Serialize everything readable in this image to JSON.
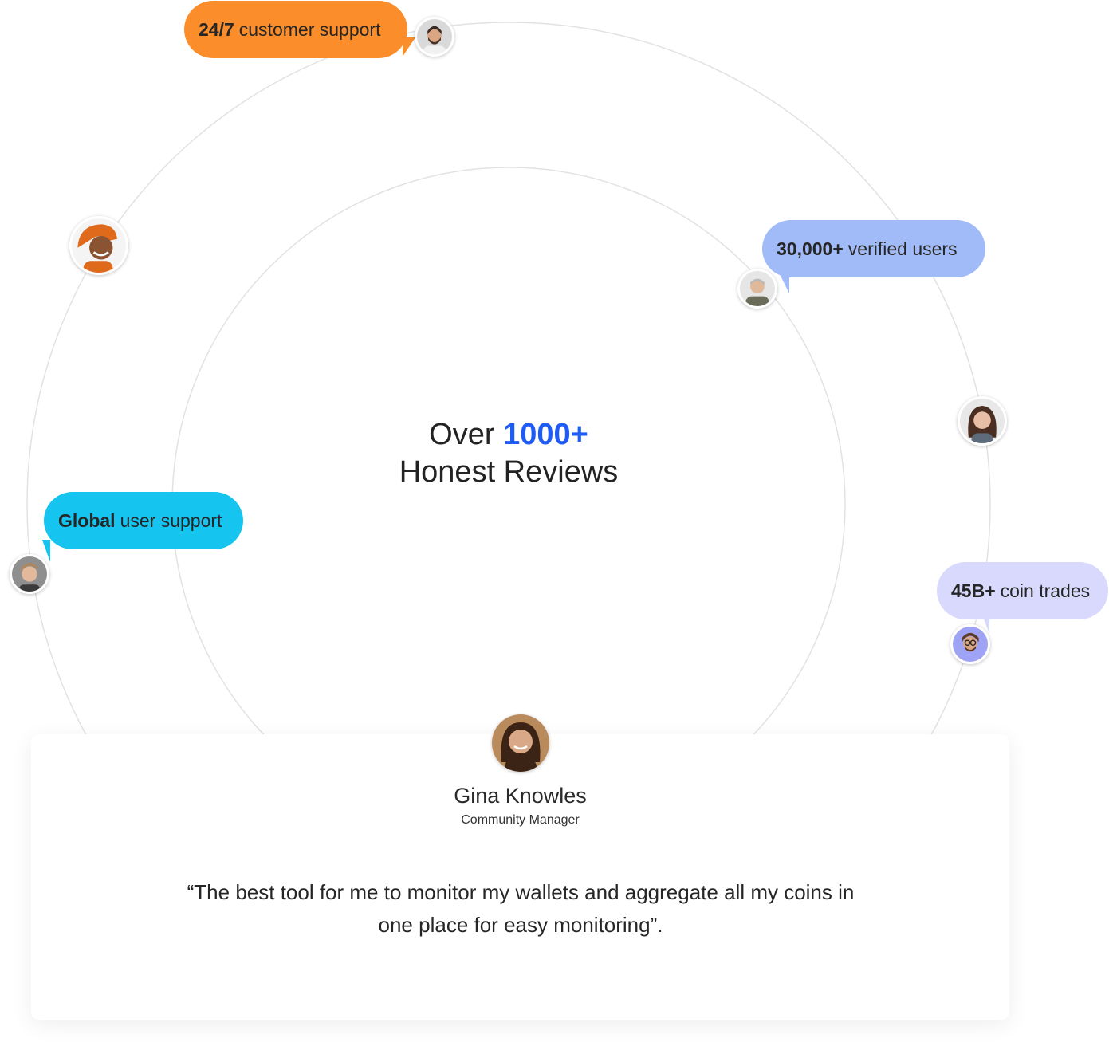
{
  "headline": {
    "prefix": "Over",
    "accent": "1000+",
    "line2": "Honest Reviews",
    "accent_color": "#1f5cf5"
  },
  "badges": [
    {
      "bold": "24/7",
      "text": "customer support",
      "color": "#fb8d2a"
    },
    {
      "bold": "30,000+",
      "text": "verified users",
      "color": "#a1bbf9"
    },
    {
      "bold": "Global",
      "text": "user support",
      "color": "#15c5ef"
    },
    {
      "bold": "45B+",
      "text": "coin trades",
      "color": "#d8d9fd"
    }
  ],
  "avatars": [
    {
      "name": "avatar-man-beard-icon"
    },
    {
      "name": "avatar-woman-headwrap-icon"
    },
    {
      "name": "avatar-older-man-icon"
    },
    {
      "name": "avatar-woman-dark-hair-icon"
    },
    {
      "name": "avatar-young-man-icon"
    },
    {
      "name": "avatar-man-glasses-icon"
    }
  ],
  "testimonial": {
    "name": "Gina Knowles",
    "role": "Community Manager",
    "quote": "“The best tool for me to monitor my wallets and aggregate all my coins in one place for easy monitoring”."
  }
}
